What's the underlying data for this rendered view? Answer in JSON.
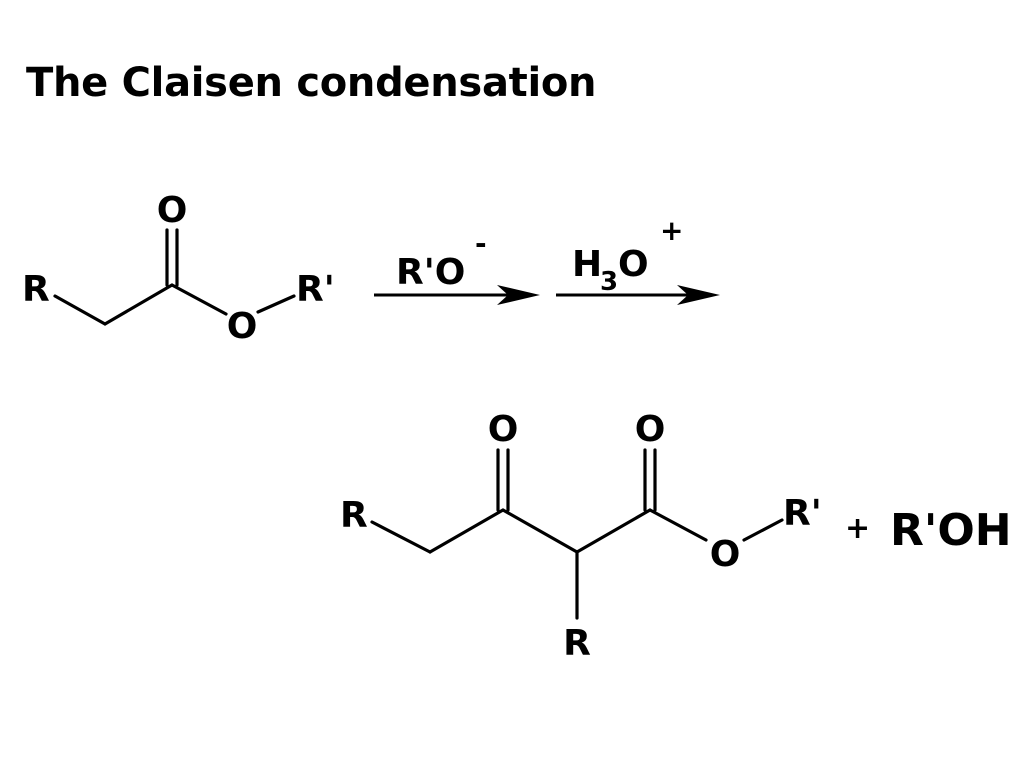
{
  "title": "The Claisen condensation",
  "reactant": {
    "r": "R",
    "carbonyl_o": "O",
    "ester_o": "O",
    "r_prime": "R'"
  },
  "step1": {
    "reagent": "R'O",
    "charge": "-"
  },
  "step2": {
    "h": "H",
    "subscript": "3",
    "o": "O",
    "charge": "+"
  },
  "product": {
    "r_left": "R",
    "ketone_o": "O",
    "ester_carbonyl_o": "O",
    "ester_o": "O",
    "r_prime": "R'",
    "r_alpha": "R"
  },
  "byproduct": {
    "plus": "+",
    "formula": "R'OH"
  }
}
